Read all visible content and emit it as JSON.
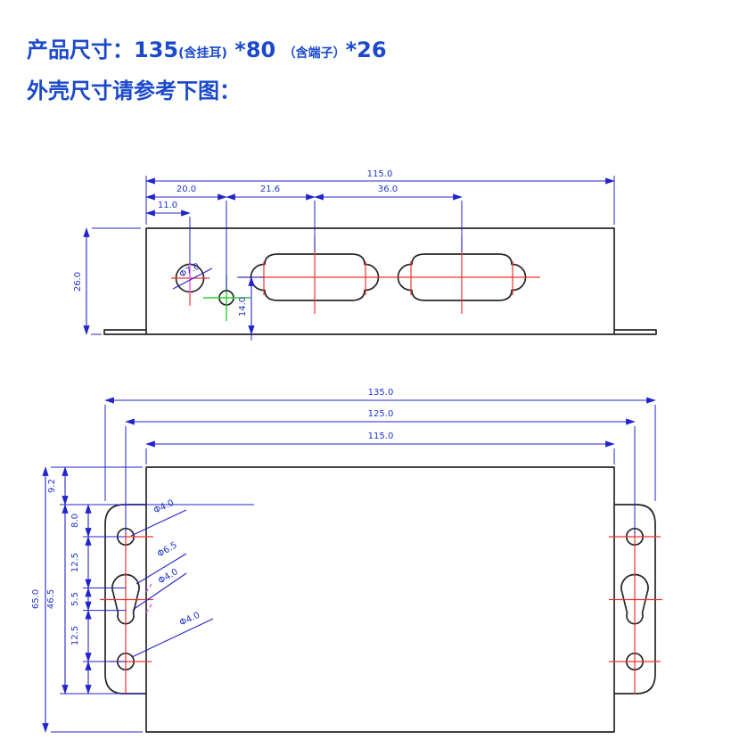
{
  "header": {
    "line1_prefix": "产品尺寸：",
    "line1_value1": "135",
    "line1_note1": "(含挂耳)",
    "line1_value2": "*80",
    "line1_note2": "（含端子）",
    "line1_value3": "*26",
    "line2": "外壳尺寸请参考下图："
  },
  "front_view": {
    "dim_overall_width": "115.0",
    "dim_left_to_ground_hole": "20.0",
    "dim_ground_to_port1": "21.6",
    "dim_port1_to_port2": "36.0",
    "dim_left_to_round_hole": "11.0",
    "dim_panel_height": "26.0",
    "dim_port_center_height": "14.0",
    "label_round_hole": "Φ7.0"
  },
  "bottom_view": {
    "dim_overall_width_with_ears": "135.0",
    "dim_mount_hole_span": "125.0",
    "dim_body_width": "115.0",
    "dim_body_height": "65.0",
    "dim_ear_top_offset": "9.2",
    "dim_ear_height": "46.5",
    "dim_ear_top_to_hole": "8.0",
    "dim_hole_to_keyhole": "12.5",
    "dim_keyhole_centers": "5.5",
    "dim_keyhole_to_hole": "12.5",
    "label_mount_hole_top": "Φ4.0",
    "label_keyhole_large": "Φ6.5",
    "label_keyhole_small": "Φ4.0",
    "label_mount_hole_bottom": "Φ4.0"
  },
  "colors": {
    "dimension_blue": "#2323cd",
    "header_blue": "#1b49cb",
    "outline_black": "#262626",
    "centerline_red": "#ee352f",
    "ground_mark_green": "#2ecb2e",
    "phantom_magenta": "#ee55ee",
    "background": "#ffffff"
  }
}
